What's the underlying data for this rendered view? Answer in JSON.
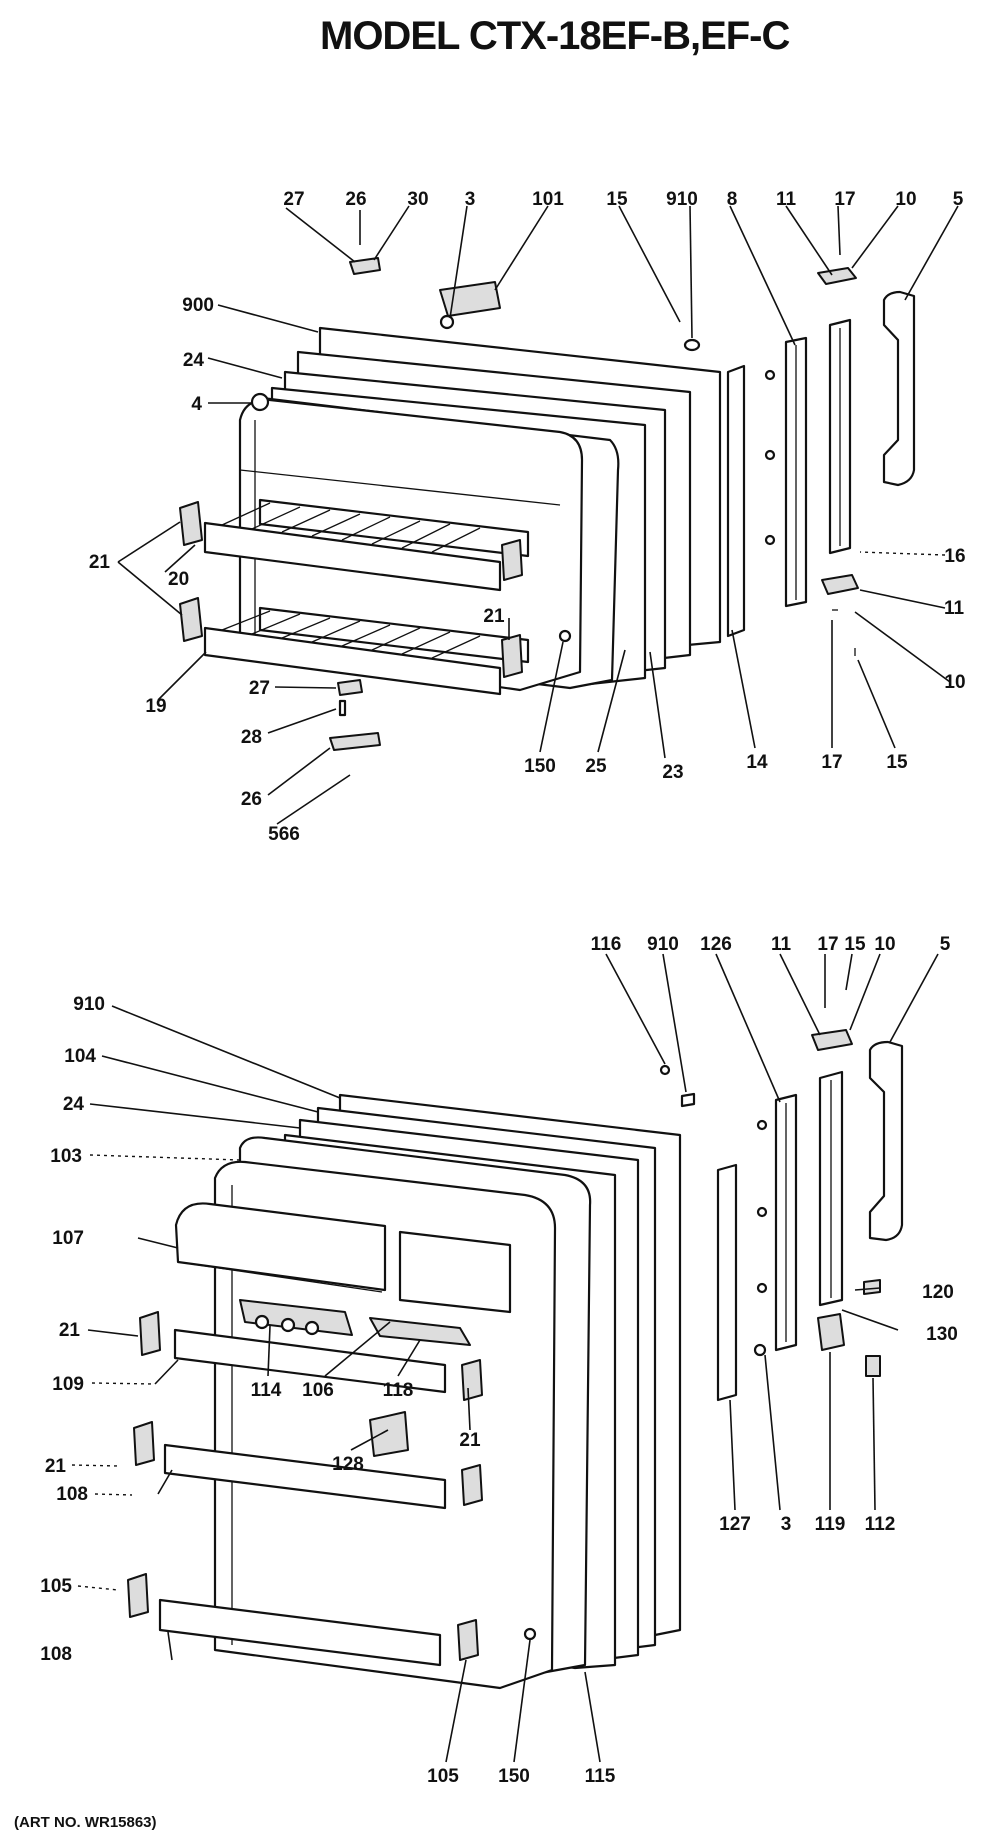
{
  "title": "MODEL CTX-18EF-B,EF-C",
  "art_no": "(ART NO. WR15863)",
  "freezer_labels": [
    "27",
    "26",
    "30",
    "3",
    "101",
    "15",
    "910",
    "8",
    "11",
    "17",
    "10",
    "5",
    "900",
    "24",
    "4",
    "21",
    "20",
    "19",
    "27",
    "28",
    "26",
    "566",
    "21",
    "150",
    "25",
    "23",
    "14",
    "17",
    "15",
    "10",
    "11",
    "16"
  ],
  "fresh_food_labels": [
    "116",
    "910",
    "126",
    "11",
    "17",
    "15",
    "10",
    "5",
    "910",
    "104",
    "24",
    "103",
    "107",
    "21",
    "109",
    "21",
    "108",
    "105",
    "108",
    "114",
    "106",
    "118",
    "21",
    "128",
    "120",
    "130",
    "127",
    "3",
    "119",
    "112",
    "105",
    "150",
    "115"
  ]
}
